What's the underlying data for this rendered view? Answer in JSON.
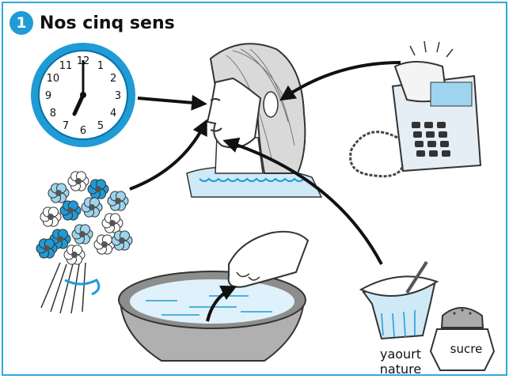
{
  "header": {
    "number": "1",
    "title": "Nos cinq sens"
  },
  "clock": {
    "numbers": [
      "12",
      "1",
      "2",
      "3",
      "4",
      "5",
      "6",
      "7",
      "8",
      "9",
      "10",
      "11"
    ]
  },
  "labels": {
    "yaourt_line1": "yaourt",
    "yaourt_line2": "nature",
    "sucre": "sucre"
  },
  "colors": {
    "accent": "#1f9bd6",
    "border": "#33a9d8"
  },
  "icons": [
    "clock-icon",
    "telephone-icon",
    "flowers-icon",
    "basin-icon",
    "yogurt-icon",
    "sugar-shaker-icon"
  ]
}
